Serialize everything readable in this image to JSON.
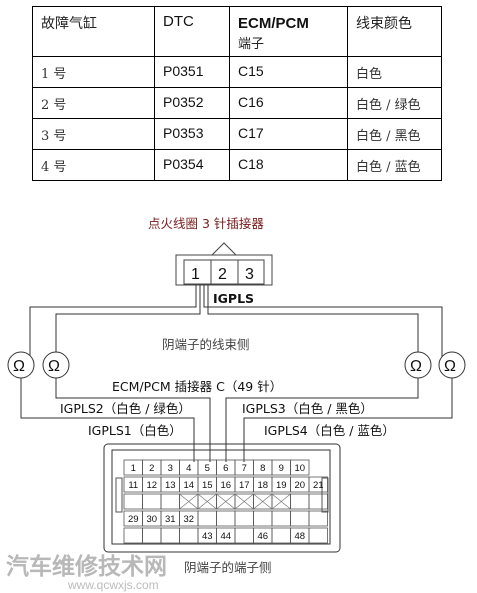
{
  "table": {
    "headers": {
      "cylinder": "故障气缸",
      "dtc": "DTC",
      "terminal": "ECM/PCM",
      "terminal_sub": "端子",
      "color": "线束颜色"
    },
    "rows": [
      {
        "cylinder": "1 号",
        "dtc": "P0351",
        "terminal": "C15",
        "color": "白色"
      },
      {
        "cylinder": "2 号",
        "dtc": "P0352",
        "terminal": "C16",
        "color": "白色 / 绿色"
      },
      {
        "cylinder": "3 号",
        "dtc": "P0353",
        "terminal": "C17",
        "color": "白色 / 黑色"
      },
      {
        "cylinder": "4 号",
        "dtc": "P0354",
        "terminal": "C18",
        "color": "白色 / 蓝色"
      }
    ]
  },
  "diagram": {
    "coil_connector_title": "点火线圈 3 针插接器",
    "coil_pins": [
      "1",
      "2",
      "3"
    ],
    "igpls_label": "IGPLS",
    "wire_side_label_top": "阴端子的线束侧",
    "ecm_connector_title": "ECM/PCM 插接器 C（49 针）",
    "igpls2": "IGPLS2（白色 / 绿色）",
    "igpls1": "IGPLS1（白色）",
    "igpls3": "IGPLS3（白色 / 黑色）",
    "igpls4": "IGPLS4（白色 / 蓝色）",
    "terminal_side_label": "阴端子的端子侧",
    "ohm_symbol": "Ω",
    "ecm_pins": {
      "row1": [
        "1",
        "2",
        "3",
        "4",
        "5",
        "6",
        "7",
        "8",
        "9",
        "10"
      ],
      "row2": [
        "11",
        "12",
        "13",
        "14",
        "15",
        "16",
        "17",
        "18",
        "19",
        "20",
        "21"
      ],
      "row3": [
        "29",
        "30",
        "31",
        "32"
      ],
      "row4": [
        "43",
        "44",
        "46",
        "48"
      ]
    }
  },
  "watermark": {
    "text": "汽车维修技术网",
    "url": "www.qcwxjs.com"
  }
}
